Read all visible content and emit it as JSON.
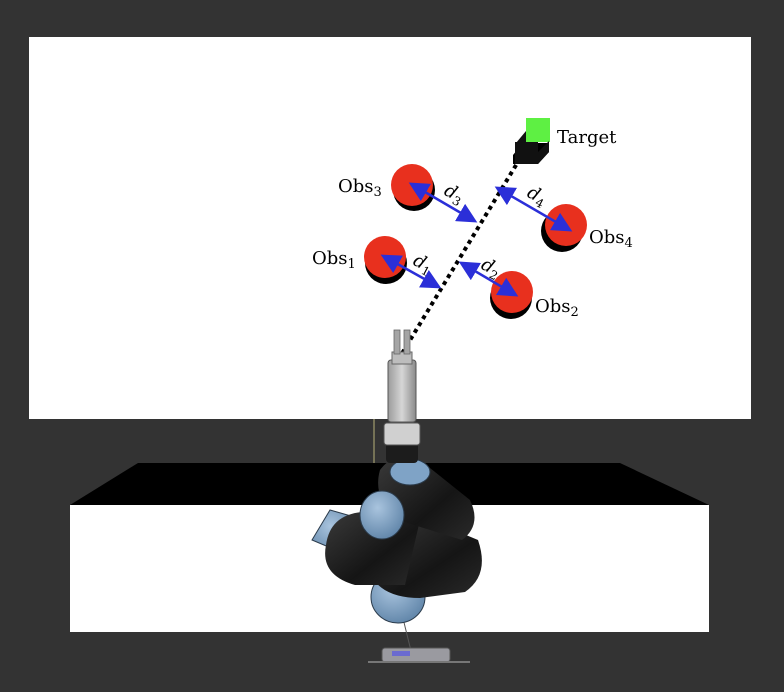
{
  "scene": {
    "background_color": "#333333",
    "backdrop_color": "#ffffff",
    "obstacle_color": "#e8301e",
    "target_color": "#5ef043",
    "distance_arrow_color": "#2b2fd8",
    "path_color": "#000000",
    "robot_joint_color": "#7fa3c6",
    "robot_link_color": "#1c1c1c"
  },
  "target": {
    "label": "Target",
    "icon": "cube-icon"
  },
  "obstacles": [
    {
      "base": "Obs",
      "sub": "1"
    },
    {
      "base": "Obs",
      "sub": "2"
    },
    {
      "base": "Obs",
      "sub": "3"
    },
    {
      "base": "Obs",
      "sub": "4"
    }
  ],
  "distances": [
    {
      "base": "d",
      "sub": "1"
    },
    {
      "base": "d",
      "sub": "2"
    },
    {
      "base": "d",
      "sub": "3"
    },
    {
      "base": "d",
      "sub": "4"
    }
  ]
}
